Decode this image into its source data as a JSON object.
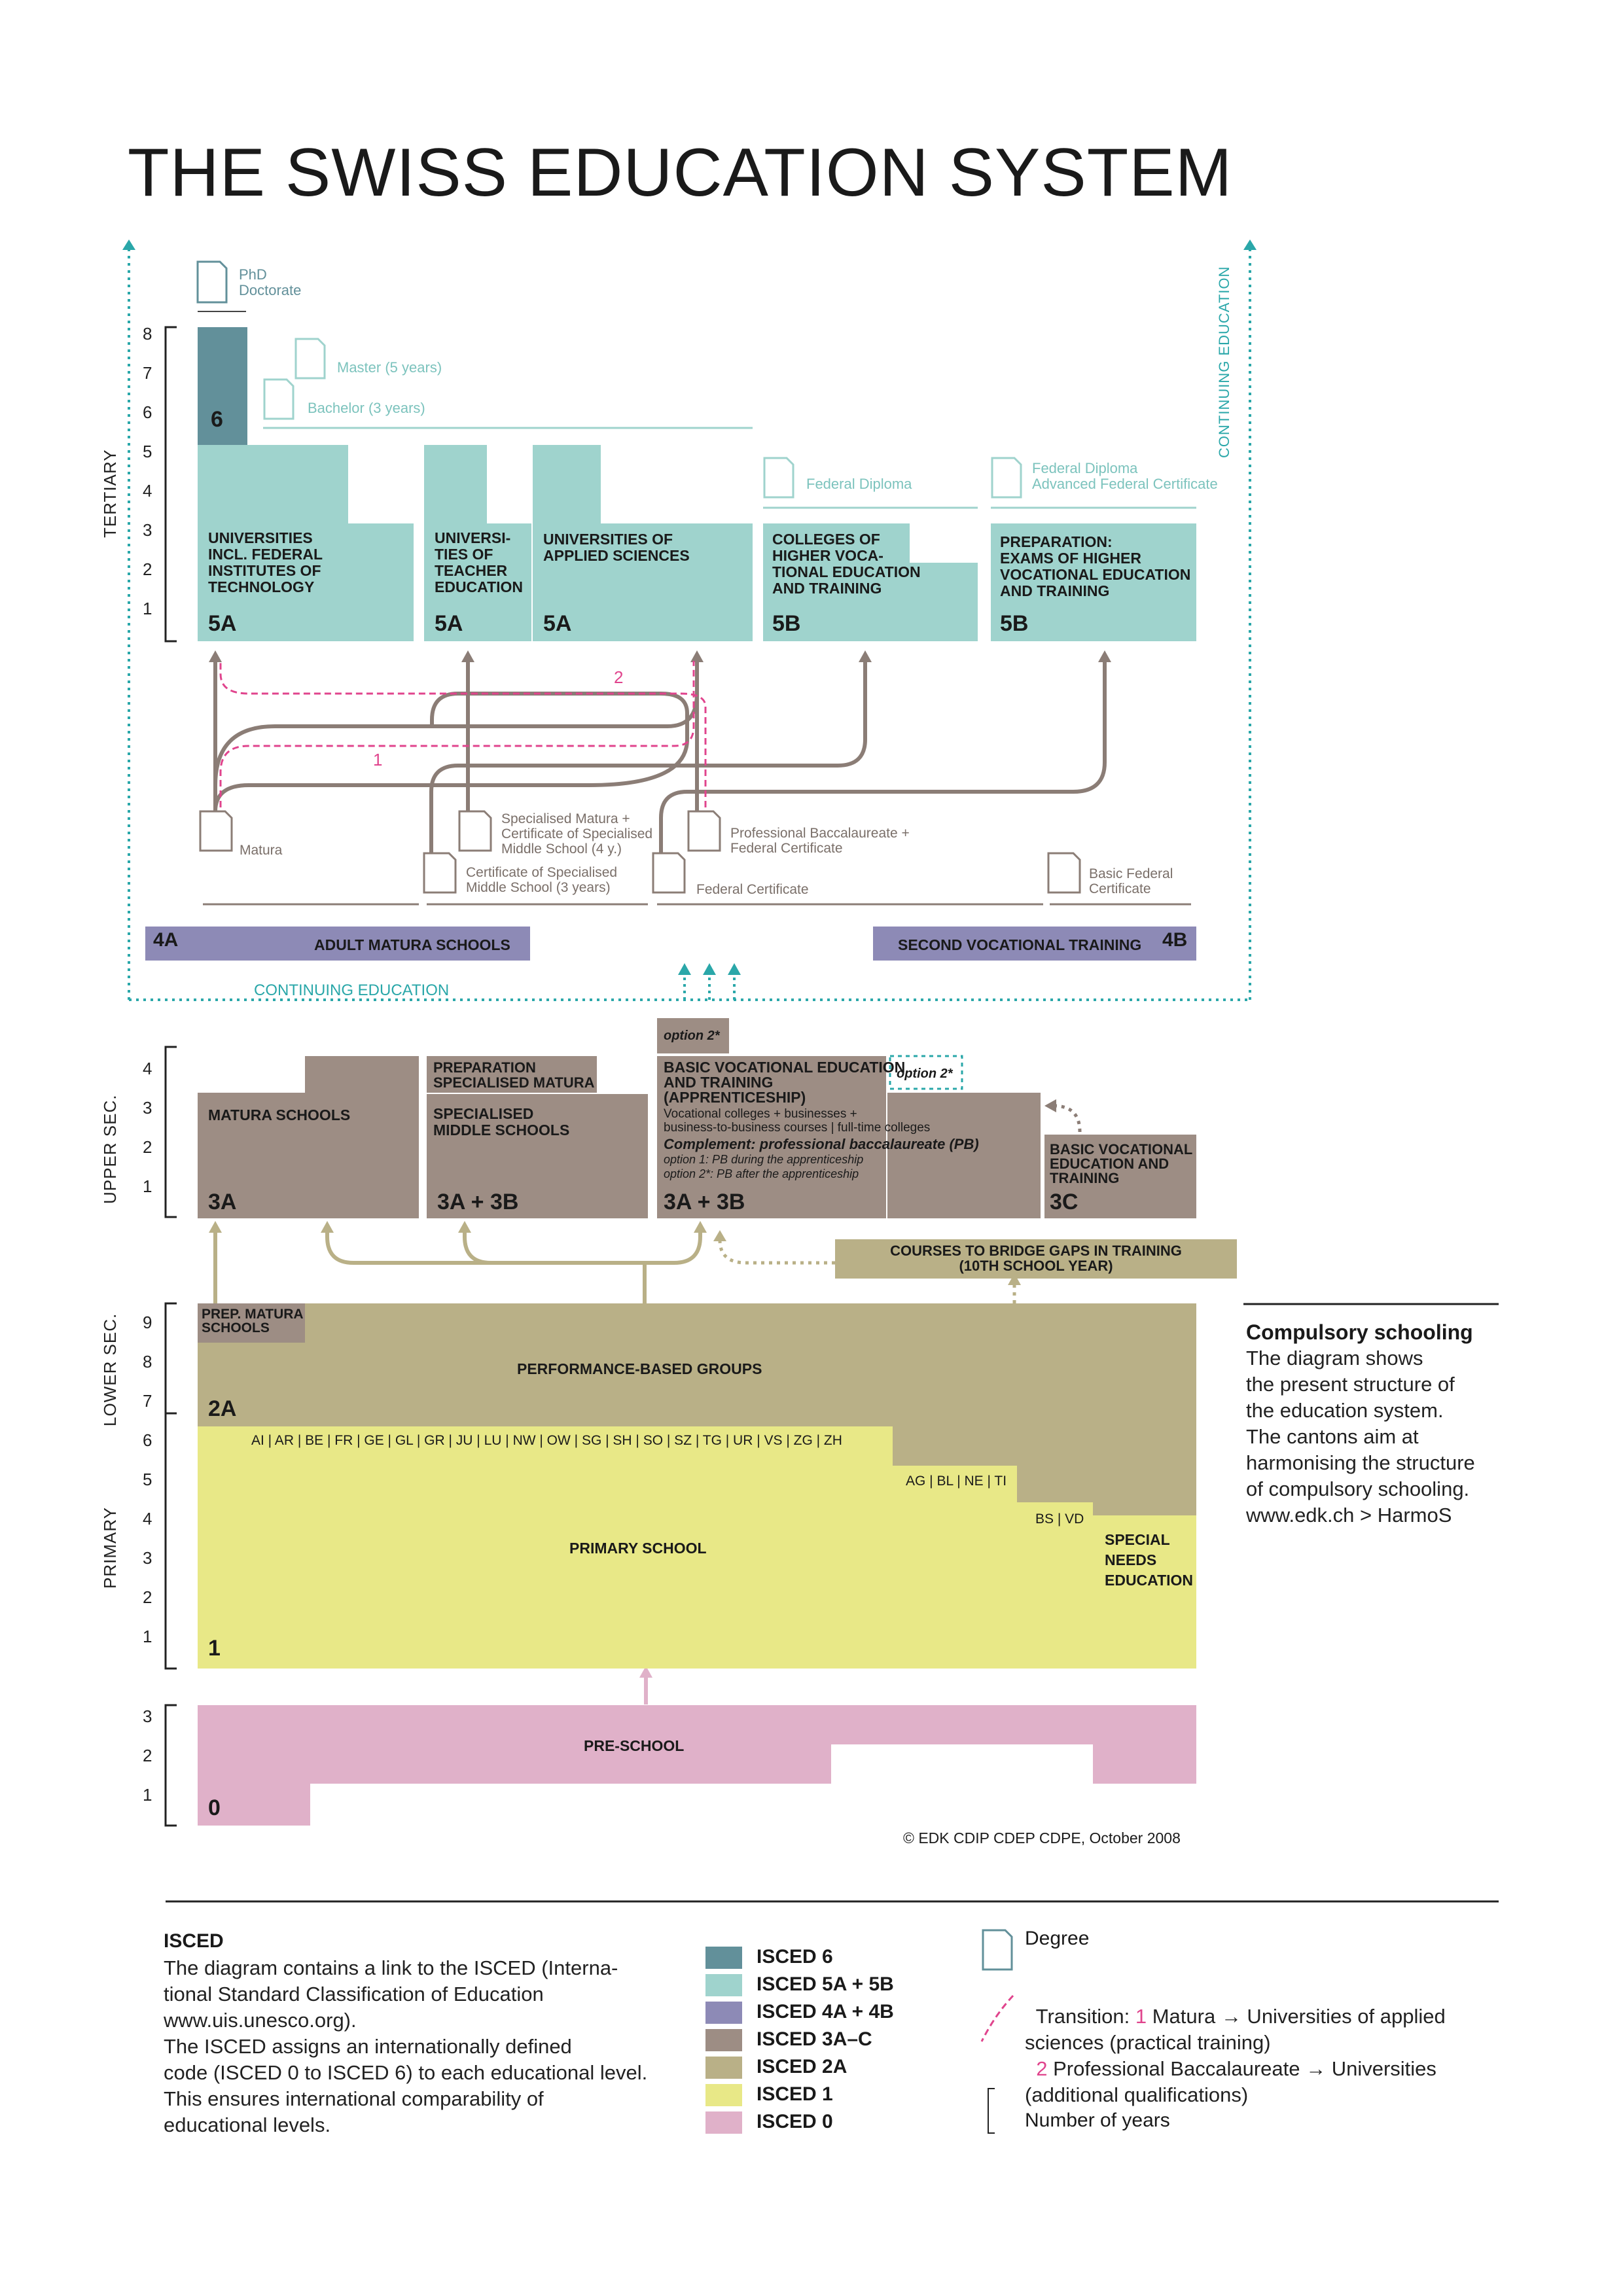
{
  "title": "THE SWISS EDUCATION SYSTEM",
  "tertiary": {
    "axis_label": "TERTIARY",
    "continuing_education_vertical": "CONTINUING EDUCATION",
    "continuing_education_bottom": "CONTINUING EDUCATION",
    "degrees": {
      "phd": "PhD\nDoctorate",
      "master": "Master (5 years)",
      "bachelor": "Bachelor (3 years)",
      "federal_diploma": "Federal Diploma",
      "federal_diploma_advanced": "Federal Diploma\nAdvanced Federal Certificate"
    },
    "isced6_code": "6",
    "blocks": [
      {
        "label": "UNIVERSITIES\nINCL. FEDERAL\nINSTITUTES OF\nTECHNOLOGY",
        "code": "5A"
      },
      {
        "label": "UNIVERSI-\nTIES OF\nTEACHER\nEDUCATION",
        "code": "5A"
      },
      {
        "label": "UNIVERSITIES OF\nAPPLIED SCIENCES",
        "code": "5A"
      },
      {
        "label": "COLLEGES OF\nHIGHER VOCA-\nTIONAL EDUCATION\nAND TRAINING",
        "code": "5B"
      },
      {
        "label": "PREPARATION:\nEXAMS OF HIGHER\nVOCATIONAL EDUCATION\nAND TRAINING",
        "code": "5B"
      }
    ],
    "transition_1": "1",
    "transition_2": "2",
    "certificates": {
      "matura": "Matura",
      "specialised_matura": "Specialised Matura +\nCertificate of Specialised\nMiddle School (4 y.)",
      "specialised_middle": "Certificate of Specialised\nMiddle School (3 years)",
      "prof_bacc": "Professional Baccalaureate +\nFederal Certificate",
      "federal_cert": "Federal Certificate",
      "basic_federal": "Basic Federal\nCertificate"
    },
    "adult": {
      "code": "4A",
      "label": "ADULT MATURA SCHOOLS"
    },
    "second_voc": {
      "code": "4B",
      "label": "SECOND VOCATIONAL TRAINING"
    }
  },
  "upper_sec": {
    "axis_label": "UPPER SEC.",
    "matura": {
      "label": "MATURA SCHOOLS",
      "code": "3A"
    },
    "prep_spec": "PREPARATION\nSPECIALISED MATURA",
    "spec_middle": {
      "label": "SPECIALISED\nMIDDLE SCHOOLS",
      "code": "3A + 3B"
    },
    "option2": "option 2*",
    "option2b": "option 2*",
    "bvet": {
      "title": "BASIC VOCATIONAL EDUCATION\nAND TRAINING\n(APPRENTICESHIP)",
      "sub": "Vocational colleges + businesses +\nbusiness-to-business courses | full-time colleges",
      "complement": "Complement: professional baccalaureate (PB)",
      "opt1": "option 1: PB during the apprenticeship",
      "opt2": "option 2*: PB after the apprenticeship",
      "code": "3A + 3B"
    },
    "bvet_short": {
      "label": "BASIC VOCATIONAL\nEDUCATION AND\nTRAINING",
      "code": "3C"
    },
    "bridge": "COURSES TO BRIDGE GAPS IN TRAINING\n(10TH SCHOOL YEAR)"
  },
  "lower_sec": {
    "axis_label": "LOWER SEC.",
    "prep_matura": "PREP. MATURA\nSCHOOLS",
    "performance": "PERFORMANCE-BASED GROUPS",
    "code": "2A"
  },
  "primary": {
    "axis_label": "PRIMARY",
    "cantons_6": "AI | AR | BE | FR | GE | GL | GR | JU | LU | NW | OW | SG | SH | SO | SZ | TG | UR | VS | ZG | ZH",
    "cantons_5": "AG | BL | NE | TI",
    "cantons_4": "BS | VD",
    "label": "PRIMARY SCHOOL",
    "code": "1",
    "special": "SPECIAL\nNEEDS\nEDUCATION"
  },
  "preschool": {
    "label": "PRE-SCHOOL",
    "code": "0"
  },
  "compulsory": {
    "heading": "Compulsory schooling",
    "text": "The diagram shows\nthe present structure of\nthe education system.\nThe cantons aim at\nharmonising the structure\nof compulsory schooling.\nwww.edk.ch > HarmoS"
  },
  "copyright": "© EDK CDIP CDEP CDPE, October 2008",
  "isced": {
    "heading": "ISCED",
    "text": "The diagram contains a link to the ISCED (Interna-\ntional Standard Classification of Education\nwww.uis.unesco.org).\nThe ISCED assigns an internationally defined\ncode (ISCED 0 to ISCED 6) to each educational level.\nThis ensures international comparability of\neducational levels."
  },
  "legend": [
    {
      "label": "ISCED 6",
      "color": "#62909a"
    },
    {
      "label": "ISCED 5A + 5B",
      "color": "#9fd3cd"
    },
    {
      "label": "ISCED 4A + 4B",
      "color": "#8d8ab6"
    },
    {
      "label": "ISCED 3A–C",
      "color": "#9d8d84"
    },
    {
      "label": "ISCED 2A",
      "color": "#b9b087"
    },
    {
      "label": "ISCED 1",
      "color": "#e8e887"
    },
    {
      "label": "ISCED 0",
      "color": "#e0b1c9"
    }
  ],
  "key": {
    "degree": "Degree",
    "transition_prefix": "Transition: ",
    "t1_num": "1",
    "t1_text": " Matura → Universities of applied\nsciences (practical training)",
    "t2_num": "2",
    "t2_text": " Professional Baccalaureate → Universities\n(additional qualifications)",
    "years": "Number of years"
  }
}
